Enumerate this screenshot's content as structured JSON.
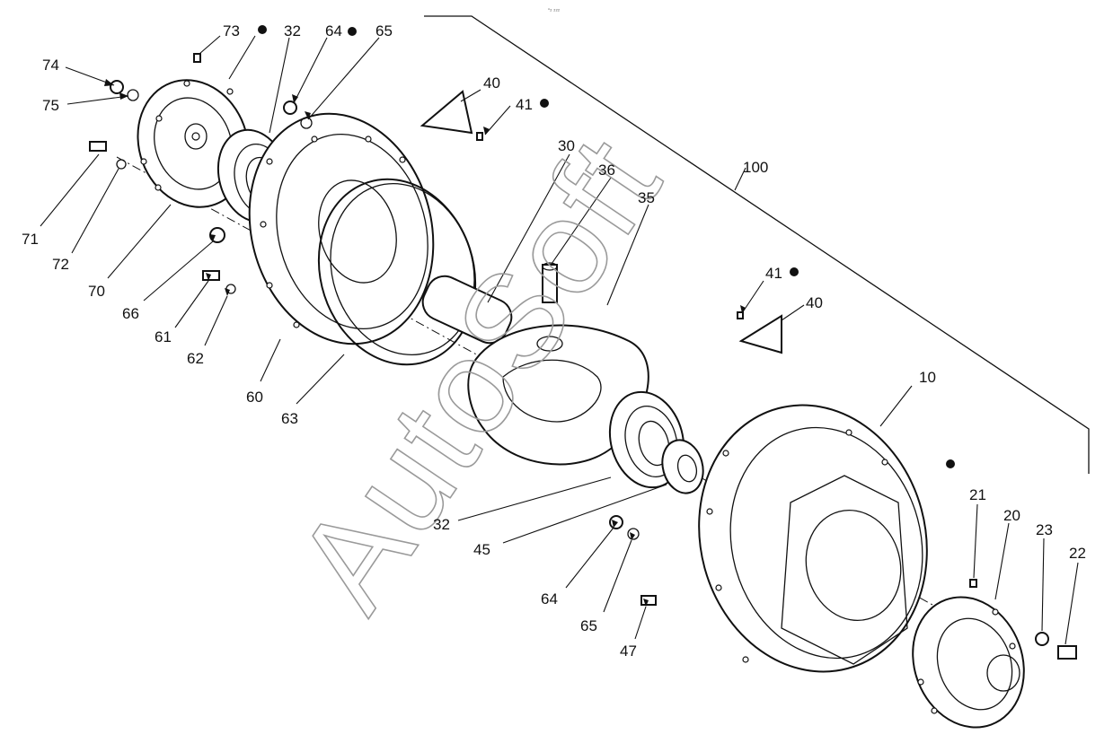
{
  "header_mark": "▫₂ ₂₂₂",
  "watermark": "AutoSoft",
  "reference_marker": "●",
  "callouts": [
    "74",
    "75",
    "73",
    "32",
    "64",
    "65",
    "71",
    "72",
    "70",
    "66",
    "61",
    "62",
    "60",
    "63",
    "40",
    "41",
    "30",
    "36",
    "35",
    "100",
    "41",
    "40",
    "10",
    "32",
    "45",
    "64",
    "65",
    "47",
    "21",
    "20",
    "23",
    "22"
  ],
  "marked_callouts": [
    "64",
    "41",
    "41"
  ]
}
